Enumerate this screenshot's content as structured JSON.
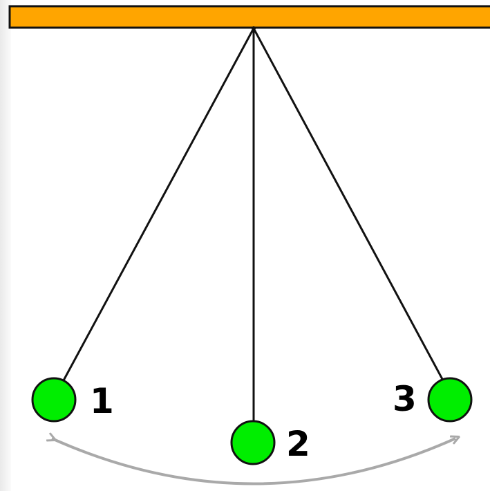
{
  "diagram": {
    "colors": {
      "beam_fill": "#ffa500",
      "beam_stroke": "#111111",
      "string": "#111111",
      "bob_fill": "#00ee00",
      "bob_stroke": "#111111",
      "arc": "#a9a9a9",
      "label": "#000000"
    },
    "positions": [
      {
        "id": "1",
        "label": "1"
      },
      {
        "id": "2",
        "label": "2"
      },
      {
        "id": "3",
        "label": "3"
      }
    ]
  }
}
